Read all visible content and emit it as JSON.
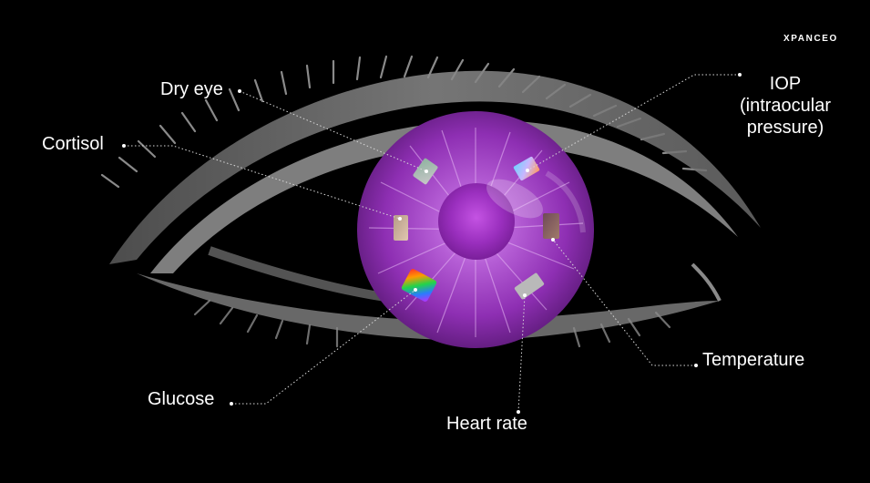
{
  "brand": {
    "name": "XPANCEO"
  },
  "diagram": {
    "labels": {
      "dry_eye": "Dry eye",
      "cortisol": "Cortisol",
      "iop_line1": "IOP",
      "iop_line2": "(intraocular",
      "iop_line3": "pressure)",
      "temperature": "Temperature",
      "glucose": "Glucose",
      "heart_rate": "Heart rate"
    },
    "sensors": [
      "dry-eye-sensor",
      "iop-sensor",
      "cortisol-sensor",
      "temperature-sensor",
      "glucose-sensor",
      "heart-rate-sensor"
    ],
    "colors": {
      "background": "#000000",
      "lid": "#7a7a7a",
      "iris": "#8e2fb3",
      "pupil": "#b040d0",
      "text": "#ffffff"
    }
  }
}
